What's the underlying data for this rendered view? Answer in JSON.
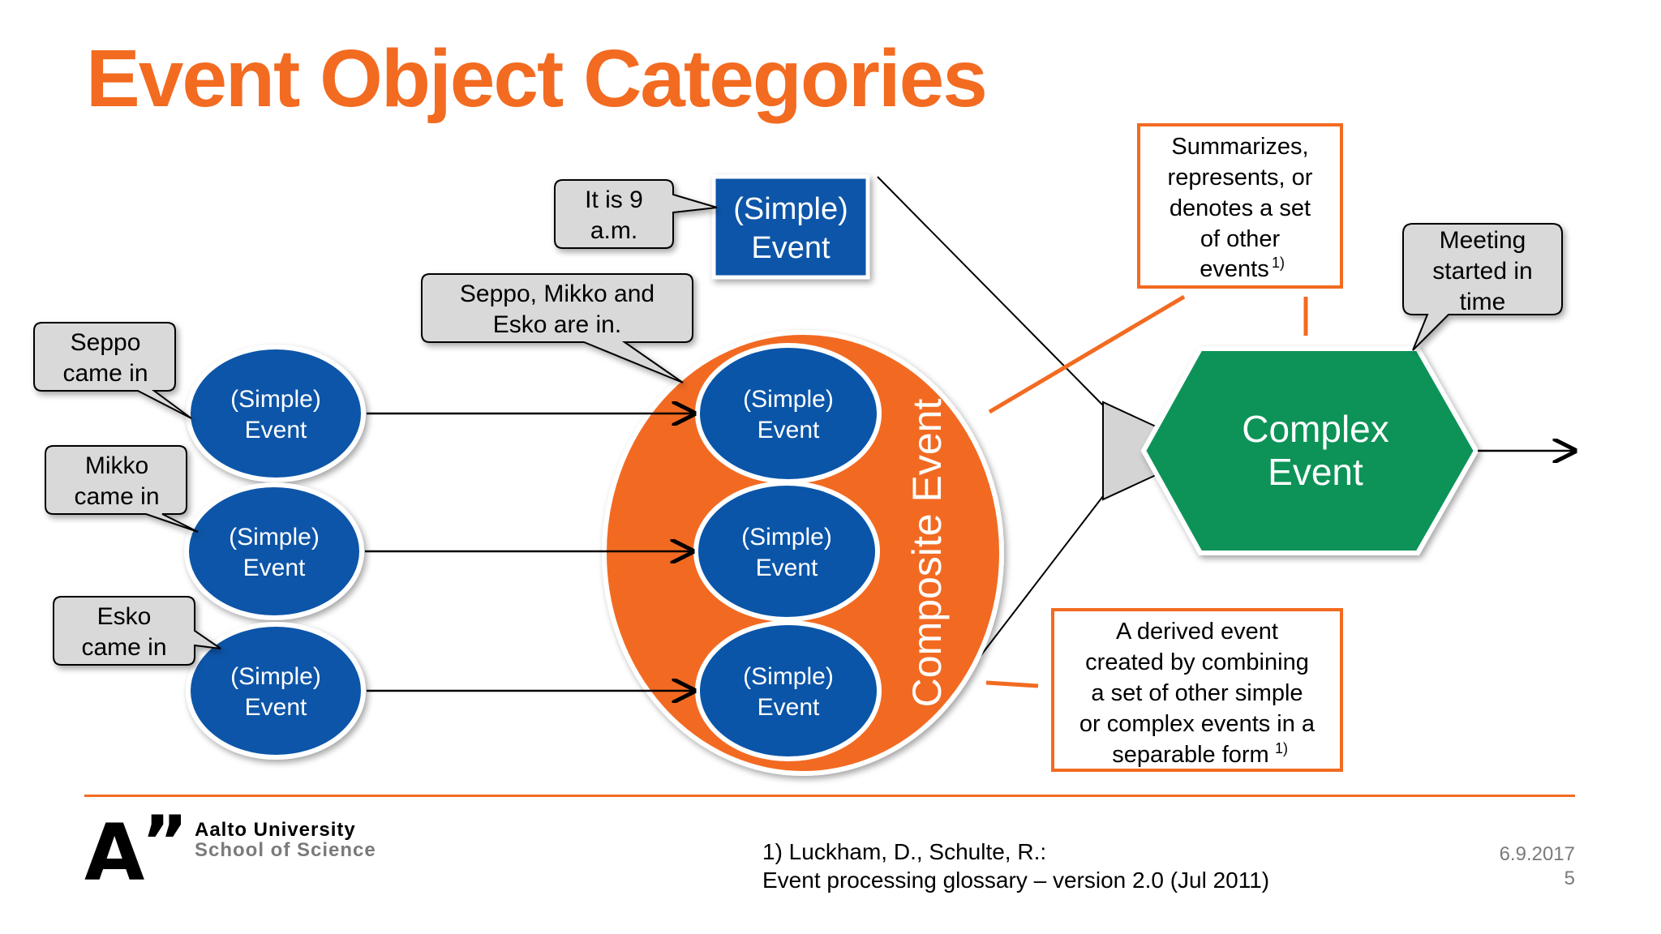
{
  "slide": {
    "title": "Event Object Categories",
    "colors": {
      "orange": "#f26b21",
      "blue": "#0a55a8",
      "green": "#0b9358",
      "gray": "#d4d4d4"
    }
  },
  "diagram": {
    "simple_event_label_1": "(Simple)",
    "simple_event_label_2": "Event",
    "composite_label": "Composite Event",
    "complex_label_1": "Complex",
    "complex_label_2": "Event",
    "callouts": {
      "seppo": [
        "Seppo",
        "came in"
      ],
      "mikko": [
        "Mikko",
        "came in"
      ],
      "esko": [
        "Esko",
        "came in"
      ],
      "nine_am": [
        "It is 9",
        "a.m."
      ],
      "all_in": [
        "Seppo, Mikko and",
        "Esko are in."
      ],
      "meeting": [
        "Meeting",
        "started in",
        "time"
      ]
    },
    "definitions": {
      "complex": [
        "Summarizes,",
        "represents, or",
        "denotes a set",
        "of other",
        "events"
      ],
      "complex_ref": "1)",
      "composite": [
        "A derived event",
        "created by combining",
        "a set of other simple",
        "or complex events in a",
        "separable form"
      ],
      "composite_ref": "1)"
    }
  },
  "footer": {
    "logo_letter": "A",
    "logo_quotes": "”",
    "university": "Aalto University",
    "school": "School of Science",
    "reference_line_1": "1) Luckham, D., Schulte, R.:",
    "reference_line_2": "Event processing glossary – version 2.0 (Jul 2011)",
    "date": "6.9.2017",
    "page": "5"
  }
}
